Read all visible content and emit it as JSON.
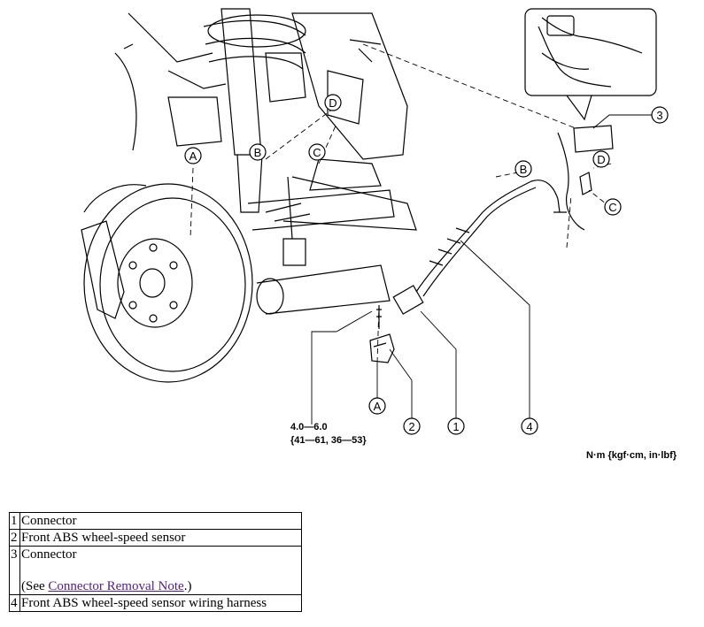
{
  "diagram": {
    "callouts": [
      {
        "id": "1",
        "label": "1"
      },
      {
        "id": "2",
        "label": "2"
      },
      {
        "id": "3",
        "label": "3"
      },
      {
        "id": "4",
        "label": "4"
      },
      {
        "id": "A-upper",
        "label": "A"
      },
      {
        "id": "A-lower",
        "label": "A"
      },
      {
        "id": "B-left",
        "label": "B"
      },
      {
        "id": "B-right",
        "label": "B"
      },
      {
        "id": "C-left",
        "label": "C"
      },
      {
        "id": "C-right",
        "label": "C"
      },
      {
        "id": "D-left",
        "label": "D"
      },
      {
        "id": "D-right",
        "label": "D"
      }
    ],
    "torque_value": "4.0—6.0",
    "torque_alt": "{41—61, 36—53}",
    "torque_units": "N·m {kgf·cm, in·lbf}"
  },
  "legend": {
    "rows": [
      {
        "num": "1",
        "text": "Connector"
      },
      {
        "num": "2",
        "text": "Front ABS wheel-speed sensor"
      },
      {
        "num": "3",
        "text": "Connector",
        "note_prefix": "(See ",
        "note_link": "Connector Removal Note",
        "note_suffix": ".)"
      },
      {
        "num": "4",
        "text": "Front ABS wheel-speed sensor wiring harness"
      }
    ]
  }
}
